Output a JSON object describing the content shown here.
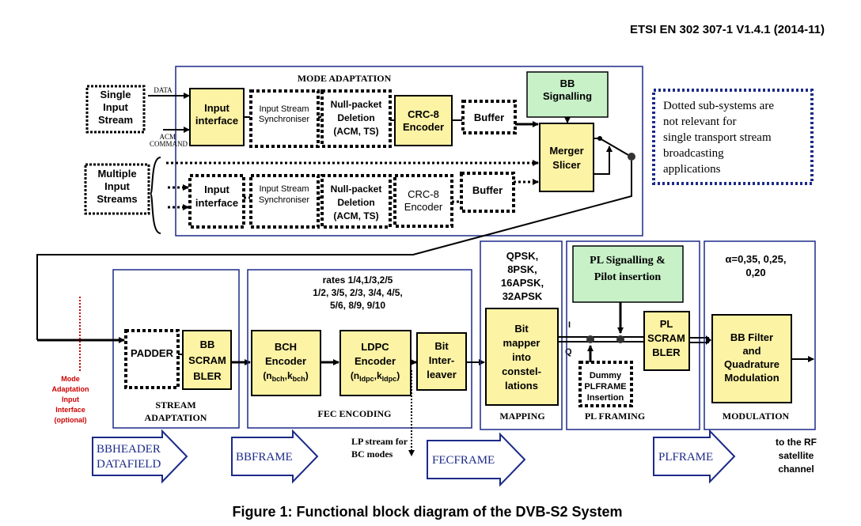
{
  "doc_header": "ETSI EN 302 307-1 V1.4.1 (2014-11)",
  "caption": "Figure 1: Functional block diagram of the DVB-S2 System",
  "mode_adaptation": {
    "title": "MODE ADAPTATION",
    "single_input": [
      "Single",
      "Input",
      "Stream"
    ],
    "multiple_input": [
      "Multiple",
      "Input",
      "Streams"
    ],
    "data_label": "DATA",
    "acm_label": [
      "ACM",
      "COMMAND"
    ],
    "input_interface": [
      "Input",
      "interface"
    ],
    "stream_sync": [
      "Input Stream",
      "Synchroniser"
    ],
    "null_packet": [
      "Null-packet",
      "Deletion",
      "(ACM, TS)"
    ],
    "crc_single": [
      "CRC-8",
      "Encoder"
    ],
    "crc_multi": [
      "CRC-8",
      "Encoder"
    ],
    "buffer": "Buffer",
    "bb_signalling": [
      "BB",
      "Signalling"
    ],
    "merger": [
      "Merger",
      "Slicer"
    ]
  },
  "note": [
    "Dotted sub-systems are",
    "not relevant for",
    "single transport stream",
    "broadcasting",
    "applications"
  ],
  "stream_adaptation": {
    "title": [
      "STREAM",
      "ADAPTATION"
    ],
    "padder": "PADDER",
    "scrambler": [
      "BB",
      "SCRAM",
      "BLER"
    ]
  },
  "fec_encoding": {
    "title": "FEC ENCODING",
    "rates": [
      "rates 1/4,1/3,2/5",
      "1/2, 3/5, 2/3, 3/4, 4/5,",
      "5/6, 8/9, 9/10"
    ],
    "bch": {
      "name": [
        "BCH",
        "Encoder"
      ],
      "param": "(n",
      "sub1": "bch",
      "mid": ",k",
      "sub2": "bch",
      "end": ")"
    },
    "ldpc": {
      "name": [
        "LDPC",
        "Encoder"
      ],
      "param": "(n",
      "sub1": "ldpc",
      "mid": ",k",
      "sub2": "ldpc",
      "end": ")"
    },
    "interleaver": [
      "Bit",
      "Inter-",
      "leaver"
    ],
    "lp_stream": [
      "LP stream for",
      "BC modes"
    ]
  },
  "mapping": {
    "title": "MAPPING",
    "modes": [
      "QPSK,",
      "8PSK,",
      "16APSK,",
      "32APSK"
    ],
    "block": [
      "Bit",
      "mapper",
      "into",
      "constel-",
      "lations"
    ],
    "i_label": "I",
    "q_label": "Q"
  },
  "pl_framing": {
    "title": "PL FRAMING",
    "signalling": [
      "PL Signalling &",
      "Pilot insertion"
    ],
    "dummy": [
      "Dummy",
      "PLFRAME",
      "Insertion"
    ],
    "scrambler": [
      "PL",
      "SCRAM",
      "BLER"
    ]
  },
  "modulation": {
    "title": "MODULATION",
    "alpha": [
      "α=0,35, 0,25,",
      "0,20"
    ],
    "block": [
      "BB Filter",
      "and",
      "Quadrature",
      "Modulation"
    ],
    "output": [
      "to the RF",
      "satellite",
      "channel"
    ]
  },
  "mode_interface": [
    "Mode",
    "Adaptation",
    "Input",
    "Interface",
    "(optional)"
  ],
  "frames": {
    "bbheader": [
      "BBHEADER",
      "DATAFIELD"
    ],
    "bbframe": "BBFRAME",
    "fecframe": "FECFRAME",
    "plframe": "PLFRAME"
  },
  "colors": {
    "block_fill": "#fdf3a4",
    "signalling_fill": "#c8f1c8",
    "group_border": "#1c2a88",
    "note_border": "#1c2a88",
    "mode_interface_text": "#cc0000"
  }
}
